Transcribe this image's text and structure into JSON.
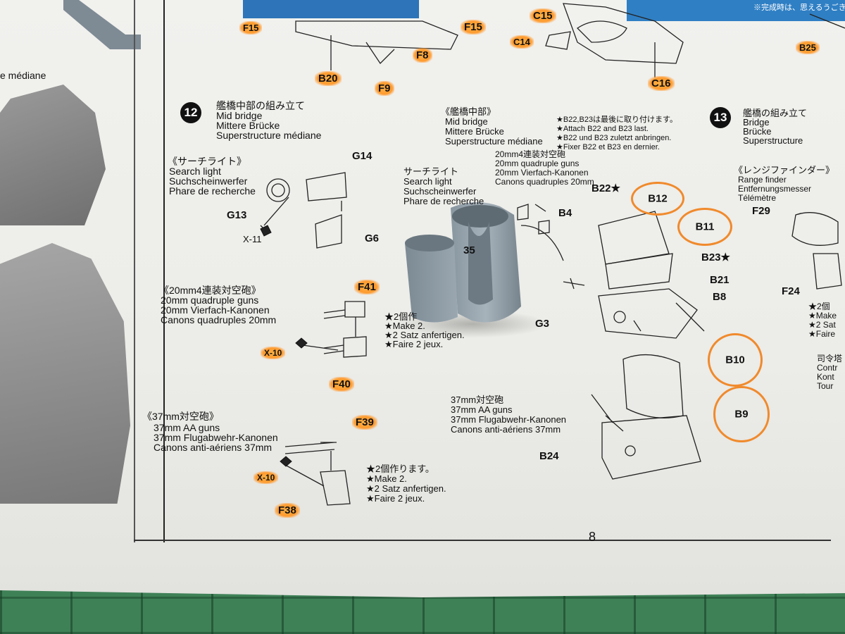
{
  "page": {
    "number": "8"
  },
  "step12": {
    "number": "12",
    "title_jp": "艦橋中部の組み立て",
    "title_en": "Mid bridge",
    "title_de": "Mittere Brücke",
    "title_fr": "Superstructure médiane"
  },
  "step13": {
    "number": "13",
    "title_jp": "艦橋の組み立て",
    "title_en": "Bridge",
    "title_de": "Brücke",
    "title_fr": "Superstructure"
  },
  "left_partial": {
    "text": "e médiane"
  },
  "searchlight": {
    "jp": "《サーチライト》",
    "en": "Search light",
    "de": "Suchscheinwerfer",
    "fr": "Phare de recherche"
  },
  "searchlight2": {
    "jp": "サーチライト",
    "en": "Search light",
    "de": "Suchscheinwerfer",
    "fr": "Phare de recherche"
  },
  "quad20": {
    "jp": "《20mm4連装対空砲》",
    "en": "20mm quadruple guns",
    "de": "20mm Vierfach-Kanonen",
    "fr": "Canons quadruples 20mm"
  },
  "quad20b": {
    "jp": "20mm4連装対空砲",
    "en": "20mm quadruple guns",
    "de": "20mm Vierfach-Kanonen",
    "fr": "Canons quadruples 20mm"
  },
  "aa37": {
    "jp": "《37mm対空砲》",
    "en": "37mm AA guns",
    "de": "37mm Flugabwehr-Kanonen",
    "fr": "Canons anti-aériens 37mm"
  },
  "aa37b": {
    "jp": "37mm対空砲",
    "en": "37mm AA guns",
    "de": "37mm Flugabwehr-Kanonen",
    "fr": "Canons anti-aériens 37mm"
  },
  "midbridge": {
    "jp": "《艦橋中部》",
    "en": "Mid bridge",
    "de": "Mittere Brücke",
    "fr": "Superstructure médiane"
  },
  "note_b22": {
    "jp": "★B22,B23は最後に取り付けます。",
    "en": "★Attach B22 and B23 last.",
    "de": "★B22 und B23 zuletzt anbringen.",
    "fr": "★Fixer B22 et B23 en dernier."
  },
  "make2": {
    "jp": "★2個作ります。",
    "en": "★Make 2.",
    "de": "★2 Satz anfertigen.",
    "fr": "★Faire 2 jeux."
  },
  "make2_partial": {
    "jp": "★2個作",
    "en": "★Make 2.",
    "de": "★2 Satz anfertigen.",
    "fr": "★Faire 2 jeux."
  },
  "rangefinder": {
    "jp": "《レンジファインダー》",
    "en": "Range finder",
    "de": "Entfernungsmesser",
    "fr": "Télémètre"
  },
  "right_partial": {
    "l1": "★2個",
    "l2": "★Make",
    "l3": "★2 Sat",
    "l4": "★Faire",
    "l5": "司令塔",
    "l6": "Contr",
    "l7": "Kont",
    "l8": "Tour"
  },
  "part_labels": {
    "G14": "G14",
    "G13": "G13",
    "G6": "G6",
    "X11": "X-11",
    "F41": "F41",
    "F40": "F40",
    "X10a": "X-10",
    "X10b": "X-10",
    "F39": "F39",
    "F38": "F38",
    "B22": "B22★",
    "B12": "B12",
    "B11": "B11",
    "B4": "B4",
    "B35": "35",
    "B23": "B23★",
    "B21": "B21",
    "B8": "B8",
    "G3": "G3",
    "B10": "B10",
    "B9": "B9",
    "B24": "B24",
    "F29": "F29",
    "F24": "F24",
    "F15a": "F15",
    "F15b": "F15",
    "F8": "F8",
    "F9": "F9",
    "B20": "B20",
    "C15": "C15",
    "C14": "C14",
    "C16": "C16",
    "B25": "B25"
  },
  "box_text": "※完成時は、思えるうごきと"
}
